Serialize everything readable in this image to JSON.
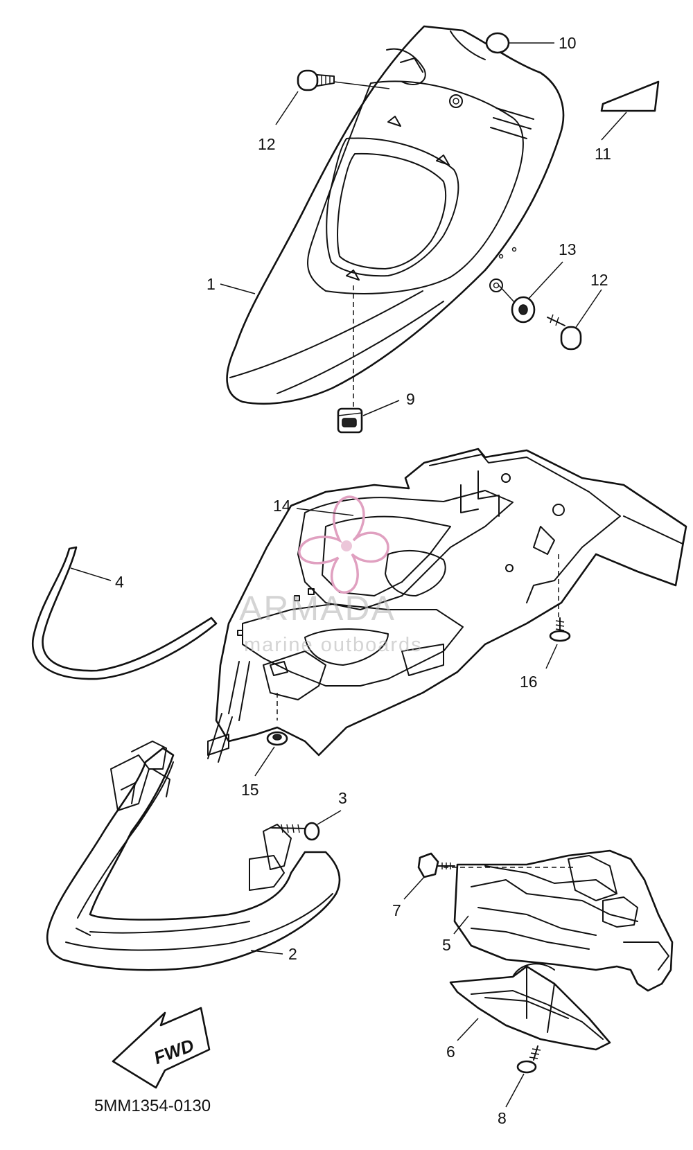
{
  "parts": [
    {
      "num": "1"
    },
    {
      "num": "2"
    },
    {
      "num": "3"
    },
    {
      "num": "4"
    },
    {
      "num": "5"
    },
    {
      "num": "6"
    },
    {
      "num": "7"
    },
    {
      "num": "8"
    },
    {
      "num": "9"
    },
    {
      "num": "10"
    },
    {
      "num": "11"
    },
    {
      "num": "12"
    },
    {
      "num": "13"
    },
    {
      "num": "14"
    },
    {
      "num": "15"
    },
    {
      "num": "16"
    }
  ],
  "fwd_label": "FWD",
  "diagram_code": "5MM1354-0130",
  "watermark": {
    "name": "ARMADA",
    "tagline": "marine outboards",
    "color": "#e0a0c0"
  }
}
